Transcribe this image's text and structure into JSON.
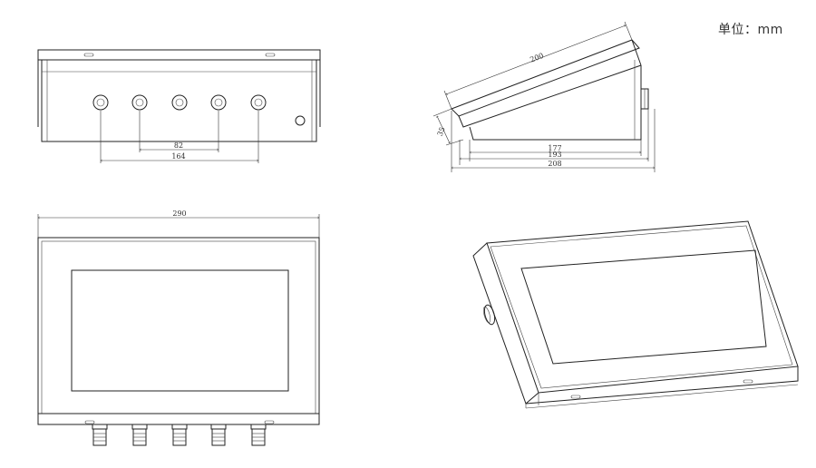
{
  "unit_label": "单位：mm",
  "dimensions": {
    "front_spacing_inner": "82",
    "front_spacing_outer": "164",
    "side_top_length": "200",
    "side_height": "35",
    "side_base_1": "177",
    "side_base_2": "193",
    "side_base_3": "208",
    "top_width": "290"
  }
}
